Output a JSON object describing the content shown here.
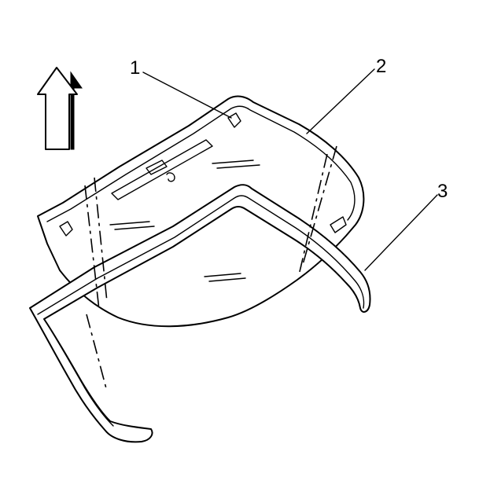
{
  "callouts": [
    {
      "label": "1"
    },
    {
      "label": "2"
    },
    {
      "label": "3"
    }
  ],
  "icons": {
    "direction_arrow": "up-arrow-icon"
  }
}
